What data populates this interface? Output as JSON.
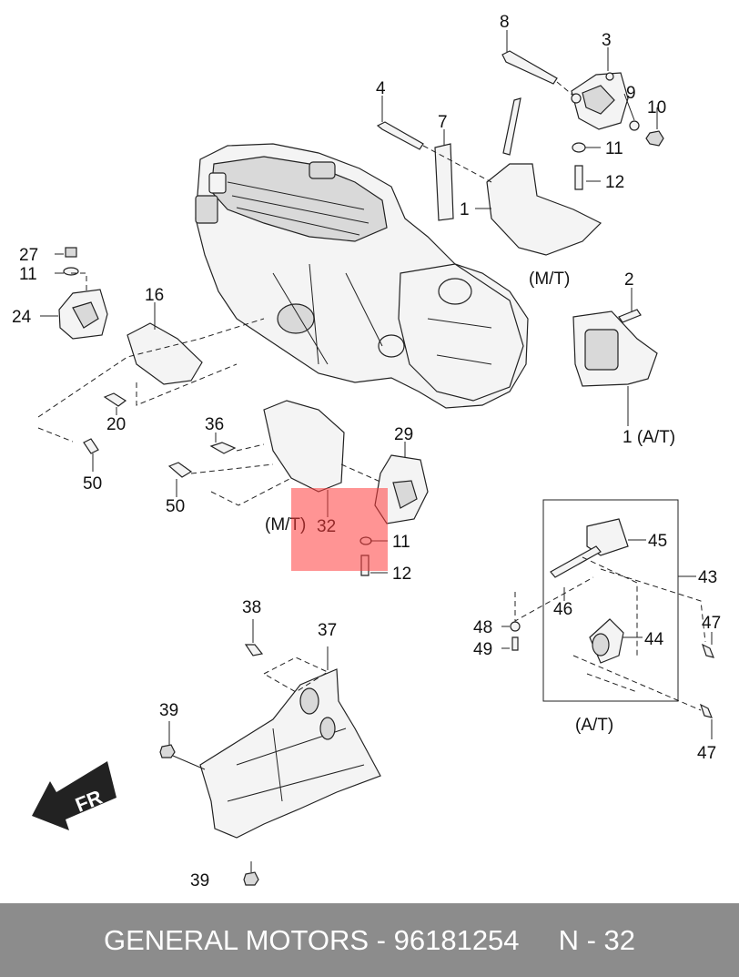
{
  "callouts": {
    "c1_mt": "1",
    "c1_at": "1",
    "c2": "2",
    "c3": "3",
    "c4": "4",
    "c7": "7",
    "c8": "8",
    "c9": "9",
    "c10": "10",
    "c11_top": "11",
    "c11_left": "11",
    "c11_mid": "11",
    "c12_top": "12",
    "c12_mid": "12",
    "c16": "16",
    "c20": "20",
    "c24": "24",
    "c27": "27",
    "c29": "29",
    "c32": "32",
    "c36": "36",
    "c37": "37",
    "c38": "38",
    "c39_top": "39",
    "c39_bottom": "39",
    "c43": "43",
    "c44": "44",
    "c45": "45",
    "c46": "46",
    "c47_top": "47",
    "c47_bottom": "47",
    "c48": "48",
    "c49": "49",
    "c50_left": "50",
    "c50_mid": "50"
  },
  "labels": {
    "mt_top": "(M/T)",
    "mt_mid": "(M/T)",
    "at_right": "1  (A/T)",
    "at_bottom": "(A/T)",
    "fr": "FR"
  },
  "footer": {
    "text": "GENERAL MOTORS - 96181254     N - 32"
  },
  "colors": {
    "footer_bg": "#8c8c8c",
    "highlight": "#ff3c3c"
  },
  "icons": {
    "fr_arrow": "front-direction-arrow-icon"
  }
}
